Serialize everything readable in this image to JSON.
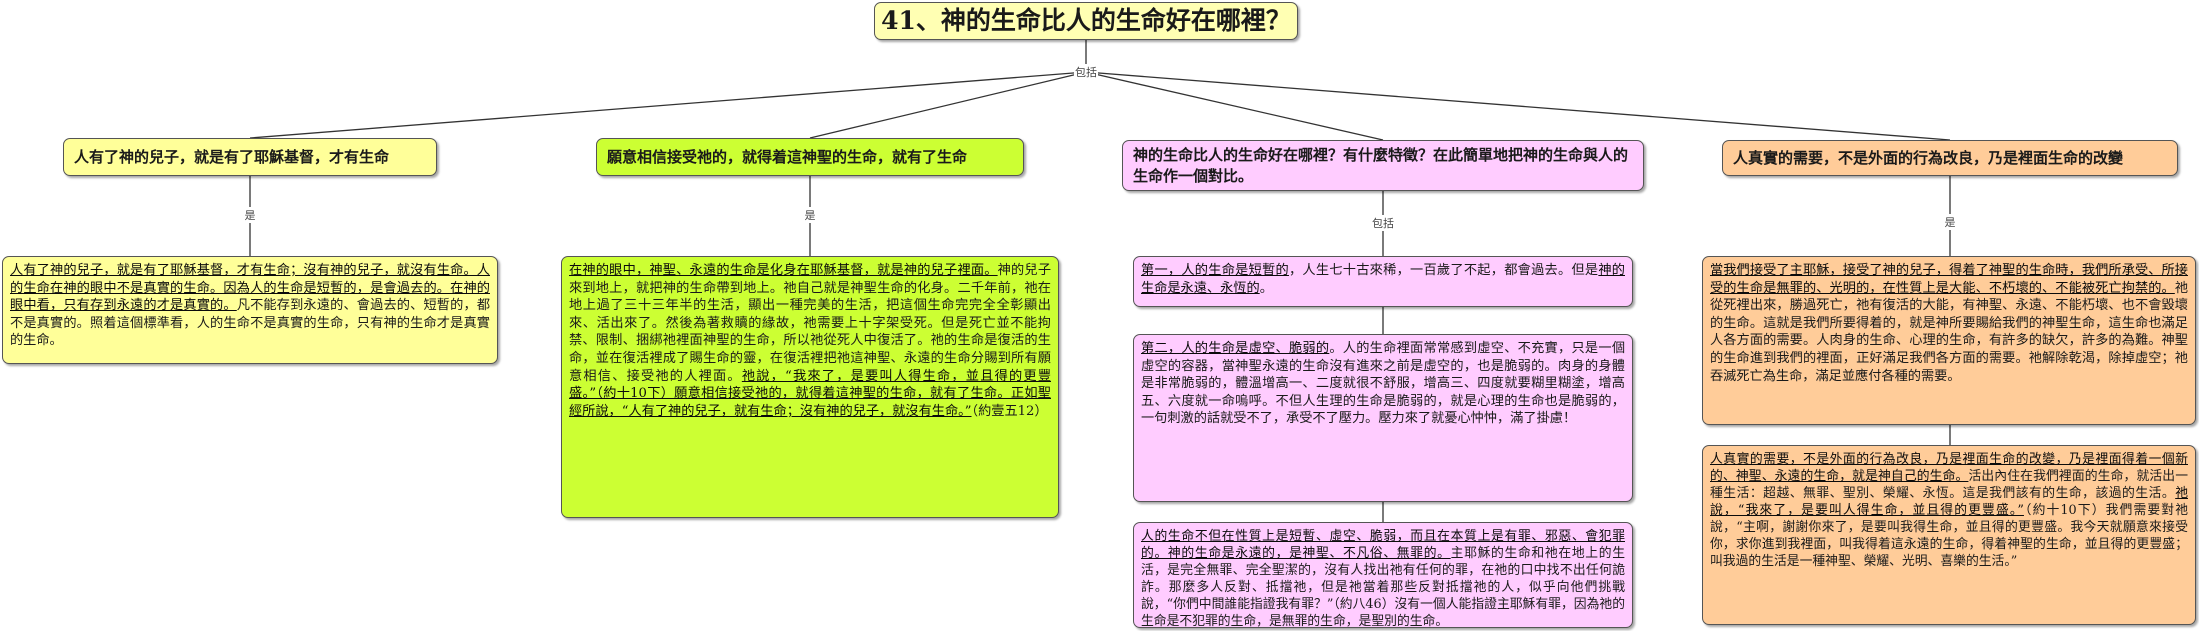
{
  "root": {
    "title": "41、神的生命比人的生命好在哪裡？"
  },
  "labels": {
    "root_link": "包括",
    "branch_is": "是",
    "branch3_link": "包括"
  },
  "colors": {
    "yellow": "#ffff99",
    "lime": "#ccff33",
    "pink": "#ffccff",
    "orange": "#ffcc99",
    "root": "#ffffb3"
  },
  "branches": [
    {
      "title": "人有了神的兒子，就是有了耶穌基督，才有生命",
      "leaves": [
        {
          "underlined": "人有了神的兒子，就是有了耶穌基督，才有生命；沒有神的兒子，就沒有生命。人的生命在神的眼中不是真實的生命。因為人的生命是短暫的，是會過去的。在神的眼中看，只有存到永遠的才是真實的。",
          "text": "凡不能存到永遠的、會過去的、短暫的，都不是真實的。照着這個標準看，人的生命不是真實的生命，只有神的生命才是真實的生命。"
        }
      ]
    },
    {
      "title": "願意相信接受祂的，就得着這神聖的生命，就有了生命",
      "leaves": [
        {
          "underlined": "在神的眼中，神聖、永遠的生命是化身在耶穌基督，就是神的兒子裡面。",
          "text": "神的兒子來到地上，就把神的生命帶到地上。祂自己就是神聖生命的化身。二千年前，祂在地上過了三十三年半的生活，顯出一種完美的生活，把這個生命完完全全彰顯出來、活出來了。然後為著救贖的緣故，祂需要上十字架受死。但是死亡並不能拘禁、限制、捆綁祂裡面神聖的生命，所以祂從死人中復活了。祂的生命是復活的生命，並在復活裡成了賜生命的靈，在復活裡把祂這神聖、永遠的生命分賜到所有願意相信、接受祂的人裡面。",
          "underlined2": "祂說，“我來了，是要叫人得生命，並且得的更豐盛。”（約十10下）願意相信接受祂的，就得着這神聖的生命，就有了生命。正如聖經所說，“人有了神的兒子，就有生命；沒有神的兒子，就沒有生命。”",
          "text2": "（約壹五12）"
        }
      ]
    },
    {
      "title": "神的生命比人的生命好在哪裡？有什麼特徵？在此簡單地把神的生命與人的生命作一個對比。",
      "leaves": [
        {
          "underlined": "第一，人的生命是短暫的",
          "text": "，人生七十古來稀，一百歲了不起，都會過去。但是",
          "underlined2": "神的生命是永遠、永恆的",
          "text2": "。"
        },
        {
          "underlined": "第二，人的生命是虛空、脆弱的",
          "text": "。人的生命裡面常常感到虛空、不充實，只是一個虛空的容器，當神聖永遠的生命沒有進來之前是虛空的，也是脆弱的。肉身的身體是非常脆弱的，體溫增高一、二度就很不舒服，增高三、四度就要糊里糊塗，增高五、六度就一命嗚呼。不但人生理的生命是脆弱的，就是心理的生命也是脆弱的，一句刺激的話就受不了，承受不了壓力。壓力來了就憂心忡忡，滿了掛慮！"
        },
        {
          "underlined": "人的生命不但在性質上是短暫、虛空、脆弱，而且在本質上是有罪、邪惡、會犯罪的。神的生命是永遠的，是神聖、不凡俗、無罪的。",
          "text": "主耶穌的生命和祂在地上的生活，是完全無罪、完全聖潔的，沒有人找出祂有任何的罪，在祂的口中找不出任何詭詐。那麼多人反對、抵擋祂，但是祂當着那些反對抵擋祂的人，似乎向他們挑戰說，“你們中間誰能指證我有罪？”（約八46）沒有一個人能指證主耶穌有罪，因為祂的生命是不犯罪的生命，是無罪的生命，是聖別的生命。"
        }
      ]
    },
    {
      "title": "人真實的需要，不是外面的行為改良，乃是裡面生命的改變",
      "leaves": [
        {
          "underlined": "當我們接受了主耶穌，接受了神的兒子，得着了神聖的生命時，我們所承受、所接受的生命是無罪的、光明的，在性質上是大能、不朽壞的、不能被死亡拘禁的。",
          "text": "祂從死裡出來，勝過死亡，祂有復活的大能，有神聖、永遠、不能朽壞、也不會毀壞的生命。這就是我們所要得着的，就是神所要賜給我們的神聖生命，這生命也滿足人各方面的需要。人肉身的生命、心理的生命，有許多的缺欠，許多的為難。神聖的生命進到我們的裡面，正好滿足我們各方面的需要。祂解除乾渴，除掉虛空；祂吞滅死亡為生命，滿足並應付各種的需要。"
        },
        {
          "underlined": "人真實的需要，不是外面的行為改良，乃是裡面生命的改變，乃是裡面得着一個新的、神聖、永遠的生命，就是神自己的生命。",
          "text": "活出內住在我們裡面的生命，就活出一種生活：超越、無罪、聖別、榮耀、永恆。這是我們該有的生命，該過的生活。",
          "underlined2": "祂說，“我來了，是要叫人得生命，並且得的更豐盛。”",
          "text2": "（約十10下）我們需要對祂說，“主啊，謝謝你來了，是要叫我得生命，並且得的更豐盛。我今天就願意來接受你，求你進到我裡面，叫我得着這永遠的生命，得着神聖的生命，並且得的更豐盛；叫我過的生活是一種神聖、榮耀、光明、喜樂的生活。”"
        }
      ]
    }
  ]
}
